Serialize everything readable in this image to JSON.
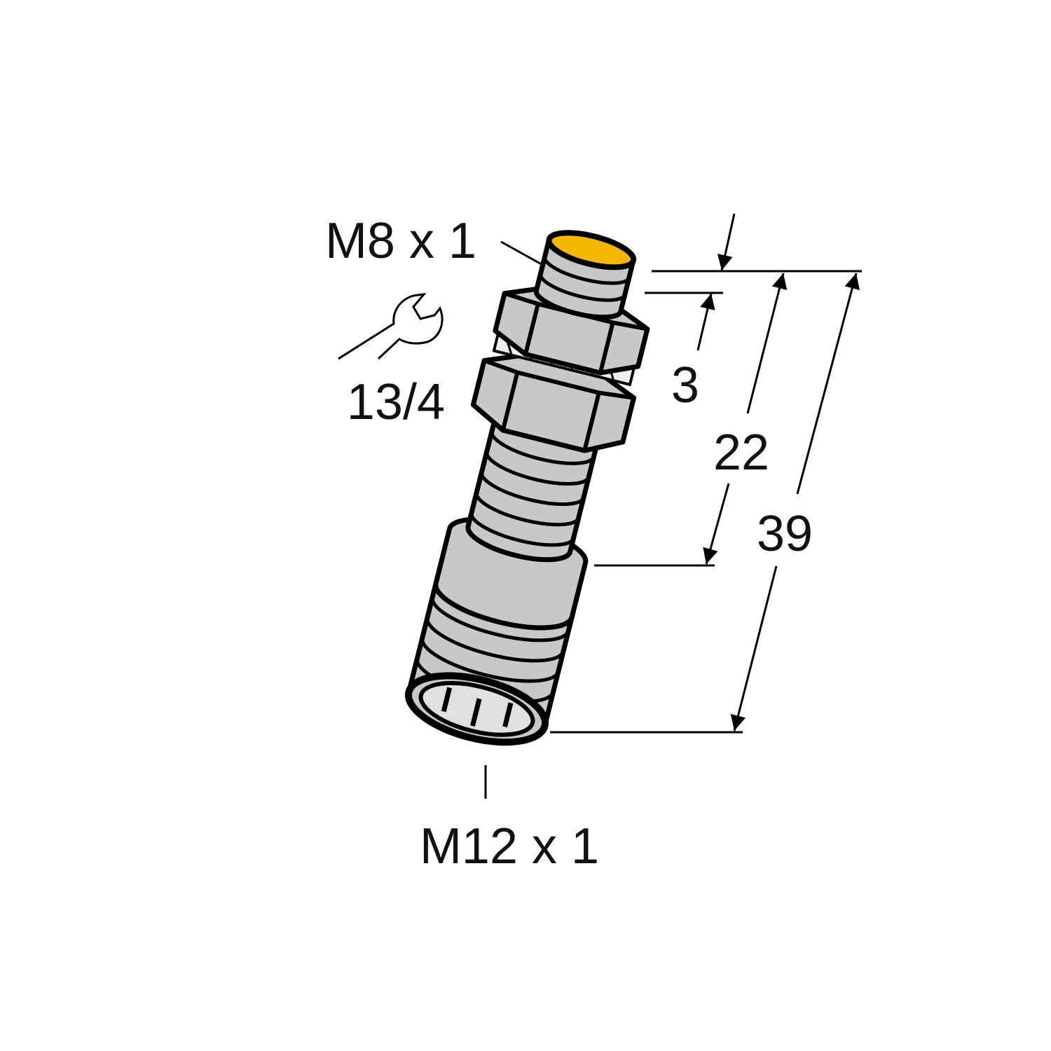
{
  "labels": {
    "top_thread": "M8 x 1",
    "wrench_size": "13/4",
    "dim_small": "3",
    "dim_mid": "22",
    "dim_total": "39",
    "connector_thread": "M12 x 1"
  },
  "colors": {
    "body": "#c8c8c8",
    "cap": "#f5b800",
    "outline": "#000000"
  },
  "icons": [
    "wrench-icon"
  ]
}
